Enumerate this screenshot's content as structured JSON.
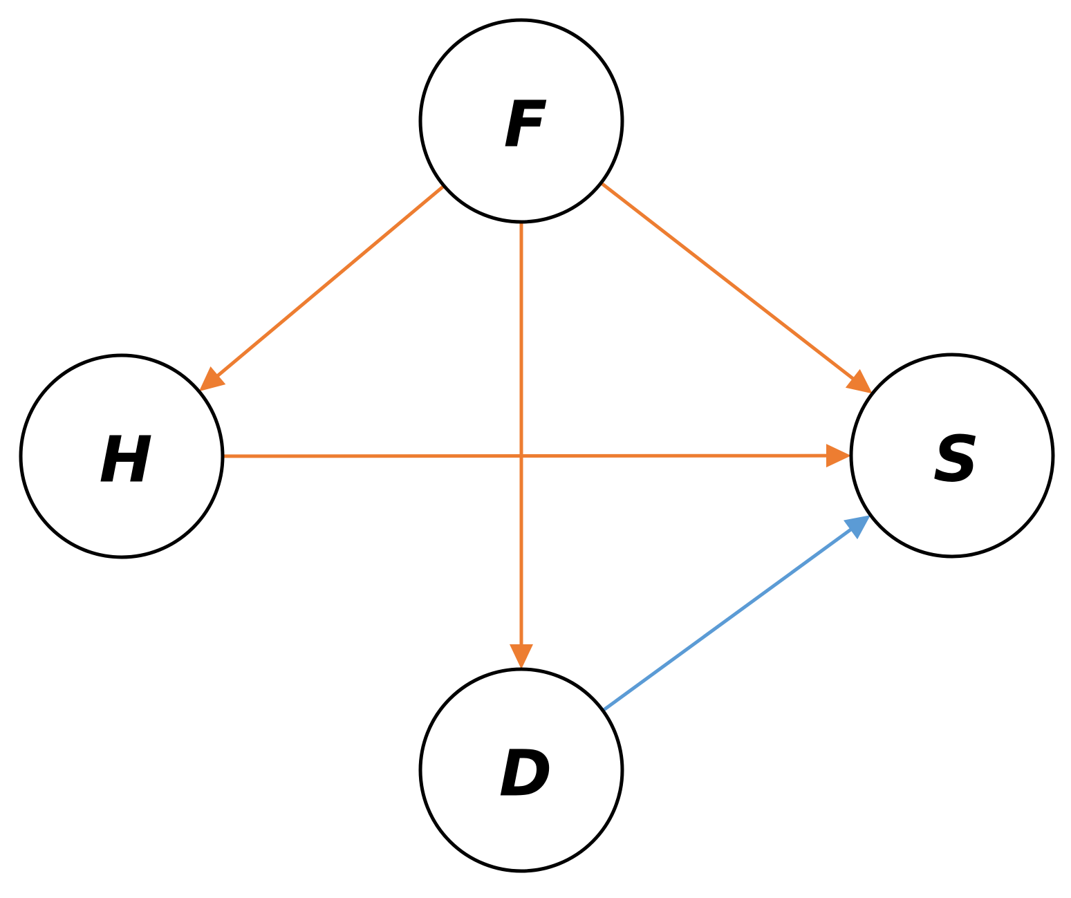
{
  "diagram": {
    "nodes": [
      {
        "id": "F",
        "label": "F"
      },
      {
        "id": "H",
        "label": "H"
      },
      {
        "id": "S",
        "label": "S"
      },
      {
        "id": "D",
        "label": "D"
      }
    ],
    "edges": [
      {
        "from": "F",
        "to": "H",
        "color": "#ED7D31"
      },
      {
        "from": "F",
        "to": "S",
        "color": "#ED7D31"
      },
      {
        "from": "F",
        "to": "D",
        "color": "#ED7D31"
      },
      {
        "from": "H",
        "to": "S",
        "color": "#ED7D31"
      },
      {
        "from": "D",
        "to": "S",
        "color": "#5B9BD5"
      }
    ],
    "colors": {
      "causal_edge": "#ED7D31",
      "highlight_edge": "#5B9BD5",
      "node_stroke": "#000000",
      "background": "#ffffff"
    }
  }
}
